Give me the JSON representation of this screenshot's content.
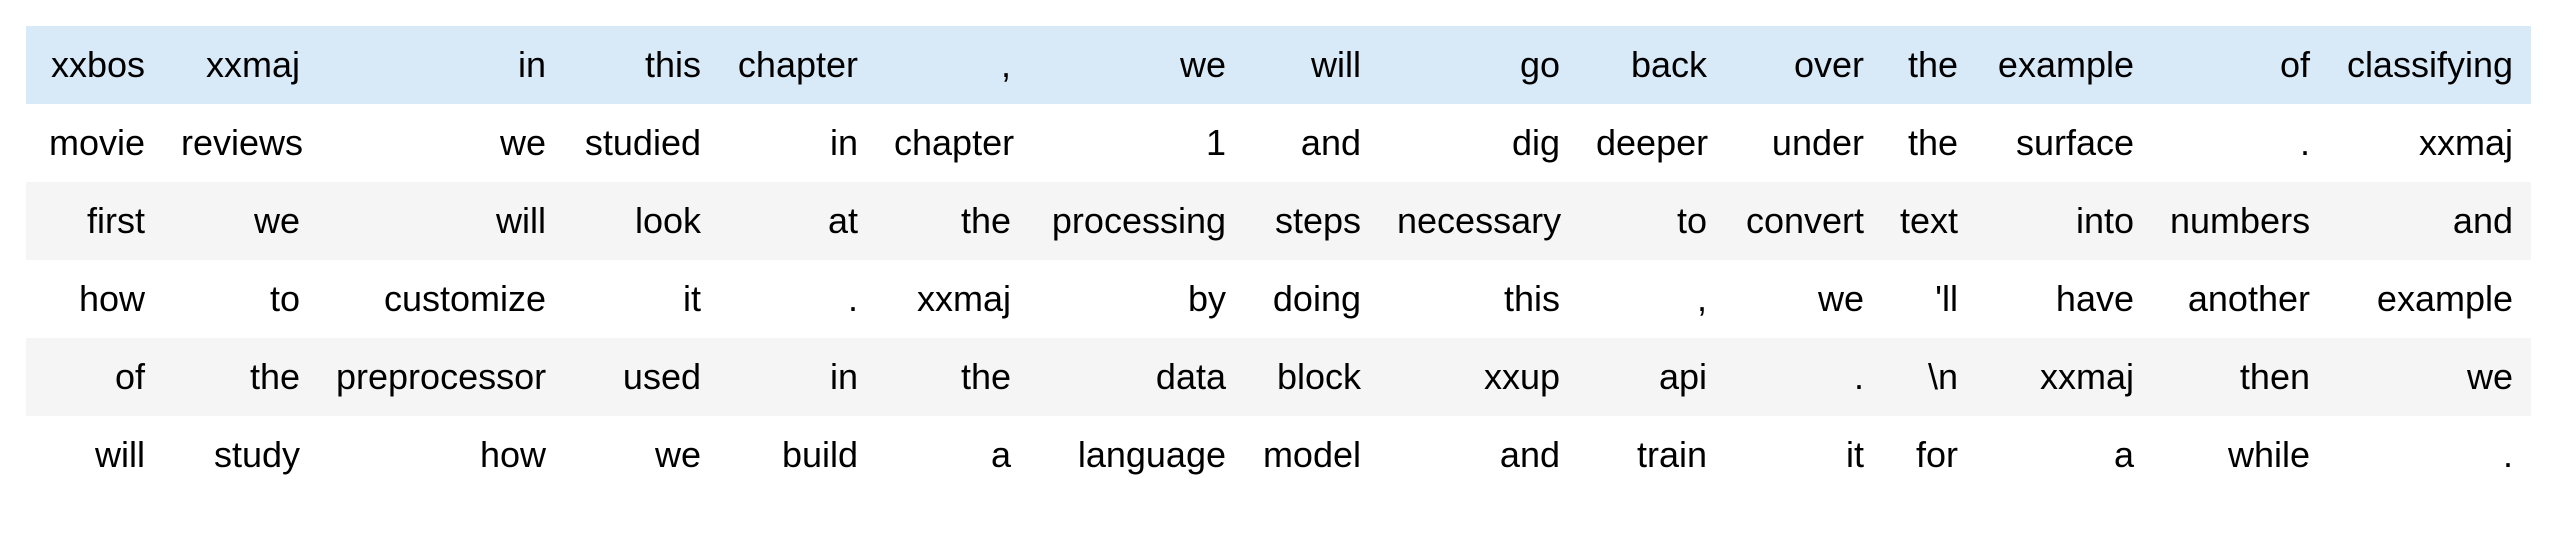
{
  "table": {
    "highlighted_row_index": 0,
    "highlight_color": "#d8eaf8",
    "stripe_color": "#f5f5f5",
    "background_color": "#ffffff",
    "text_color": "#000000",
    "rows": [
      [
        "xxbos",
        "xxmaj",
        "in",
        "this",
        "chapter",
        ",",
        "we",
        "will",
        "go",
        "back",
        "over",
        "the",
        "example",
        "of",
        "classifying"
      ],
      [
        "movie",
        "reviews",
        "we",
        "studied",
        "in",
        "chapter",
        "1",
        "and",
        "dig",
        "deeper",
        "under",
        "the",
        "surface",
        ".",
        "xxmaj"
      ],
      [
        "first",
        "we",
        "will",
        "look",
        "at",
        "the",
        "processing",
        "steps",
        "necessary",
        "to",
        "convert",
        "text",
        "into",
        "numbers",
        "and"
      ],
      [
        "how",
        "to",
        "customize",
        "it",
        ".",
        "xxmaj",
        "by",
        "doing",
        "this",
        ",",
        "we",
        "'ll",
        "have",
        "another",
        "example"
      ],
      [
        "of",
        "the",
        "preprocessor",
        "used",
        "in",
        "the",
        "data",
        "block",
        "xxup",
        "api",
        ".",
        "\\n",
        "xxmaj",
        "then",
        "we"
      ],
      [
        "will",
        "study",
        "how",
        "we",
        "build",
        "a",
        "language",
        "model",
        "and",
        "train",
        "it",
        "for",
        "a",
        "while",
        "."
      ]
    ]
  }
}
